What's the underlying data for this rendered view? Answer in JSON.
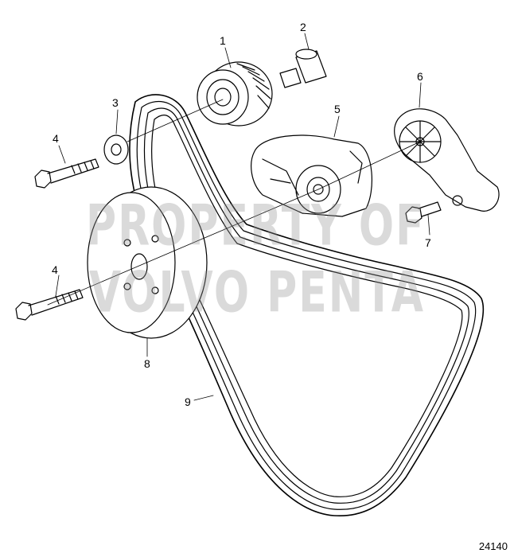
{
  "diagram": {
    "callouts": [
      "1",
      "2",
      "3",
      "4",
      "5",
      "6",
      "7",
      "4",
      "8",
      "9"
    ],
    "figure_number": "24140",
    "watermark": {
      "line1": "PROPERTY OF",
      "line2": "VOLVO PENTA"
    }
  }
}
